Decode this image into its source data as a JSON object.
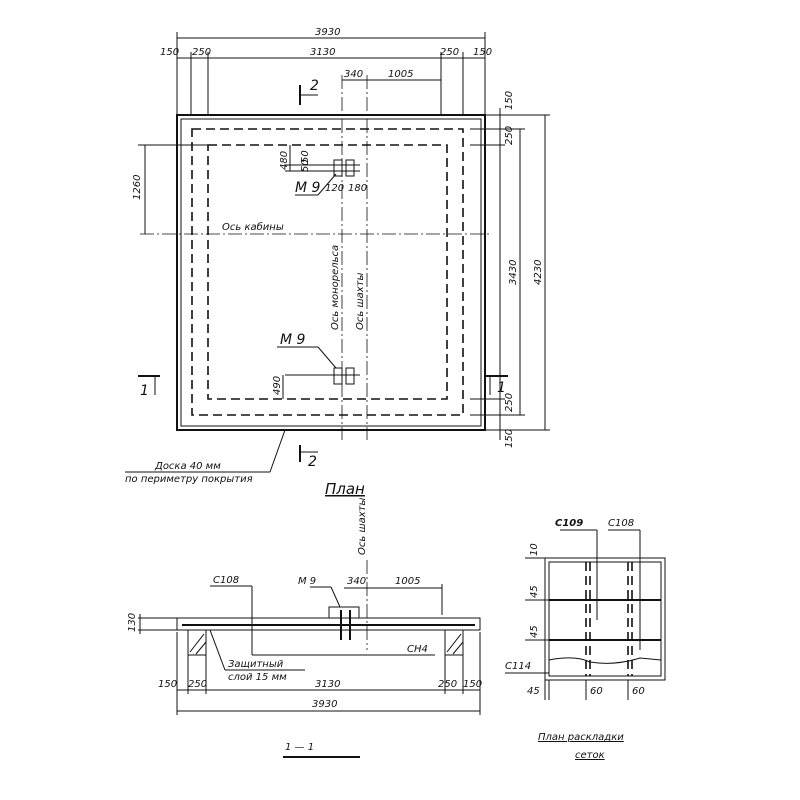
{
  "plan": {
    "title": "План",
    "dims_top": {
      "total": "3930",
      "left_edge": "150",
      "left_band": "250",
      "middle": "3130",
      "right_band": "250",
      "right_edge": "150",
      "offset_340": "340",
      "offset_1005": "1005"
    },
    "dims_right": {
      "top_edge": "150",
      "top_band": "250",
      "inner": "3430",
      "total": "4230",
      "bottom_band": "250",
      "bottom_edge": "150"
    },
    "dim_left": "1260",
    "axis_cabin": "Ось кабины",
    "axis_monorail": "Ось монорельса",
    "axis_shaft": "Ось шахты",
    "anchor_top": {
      "label": "М 9",
      "dim_480": "480",
      "dim_50a": "50",
      "dim_50b": "50",
      "dim_120": "120",
      "dim_180": "180"
    },
    "anchor_bottom": {
      "label": "М 9",
      "dim_490": "490"
    },
    "section_2": "2",
    "section_1": "1",
    "board_note_1": "Доска 40 мм",
    "board_note_2": "по периметру покрытия"
  },
  "section": {
    "title": "1 — 1",
    "mesh_label": "С108",
    "anchor_label": "М 9",
    "axis_shaft": "Ось шахты",
    "dim_340": "340",
    "dim_1005": "1005",
    "thickness": "130",
    "bottom_mesh": "СН4",
    "cover_1": "Защитный",
    "cover_2": "слой 15 мм",
    "dims": [
      "150",
      "250",
      "3130",
      "250",
      "150"
    ],
    "total": "3930"
  },
  "mesh_plan": {
    "title_1": "План раскладки",
    "title_2": "сеток",
    "label_c109": "С109",
    "label_c108": "С108",
    "label_c114": "С114",
    "dims_left": [
      "10",
      "45",
      "45"
    ],
    "dims_bottom": [
      "45",
      "60",
      "60"
    ]
  }
}
